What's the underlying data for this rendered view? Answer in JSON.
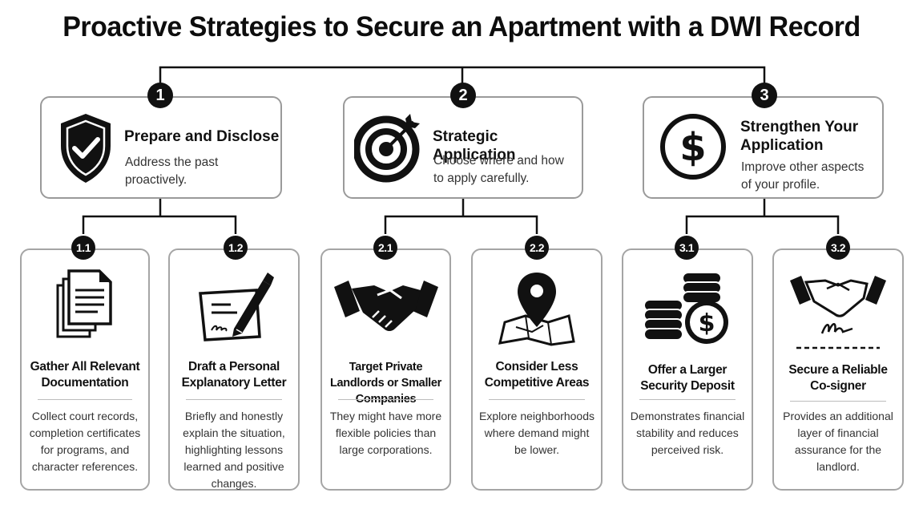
{
  "title": "Proactive Strategies to Secure an Apartment with a DWI Record",
  "strategies": [
    {
      "number": "1",
      "icon": "shield-check-icon",
      "title": "Prepare and Disclose",
      "description": "Address the past proactively.",
      "steps": [
        {
          "number": "1.1",
          "icon": "documents-icon",
          "title": "Gather All Relevant Documentation",
          "description": "Collect court records, completion certificates for programs, and character references."
        },
        {
          "number": "1.2",
          "icon": "letter-pen-icon",
          "title": "Draft a Personal Explanatory Letter",
          "description": "Briefly and honestly explain the situation, highlighting lessons learned and positive changes."
        }
      ]
    },
    {
      "number": "2",
      "icon": "target-icon",
      "title": "Strategic Application",
      "description": "Choose where and how to apply carefully.",
      "steps": [
        {
          "number": "2.1",
          "icon": "handshake-icon",
          "title": "Target Private Landlords or Smaller Companies",
          "description": "They might have more flexible policies than large corporations."
        },
        {
          "number": "2.2",
          "icon": "map-pin-icon",
          "title": "Consider Less Competitive Areas",
          "description": "Explore neighborhoods where demand might be lower."
        }
      ]
    },
    {
      "number": "3",
      "icon": "dollar-coin-icon",
      "title": "Strengthen Your Application",
      "description": "Improve other aspects of your profile.",
      "steps": [
        {
          "number": "3.1",
          "icon": "coin-stacks-icon",
          "title": "Offer a Larger Security Deposit",
          "description": "Demonstrates financial stability and reduces perceived risk."
        },
        {
          "number": "3.2",
          "icon": "handshake-signature-icon",
          "title": "Secure a Reliable Co-signer",
          "description": "Provides an additional layer of financial assurance for the landlord."
        }
      ]
    }
  ]
}
